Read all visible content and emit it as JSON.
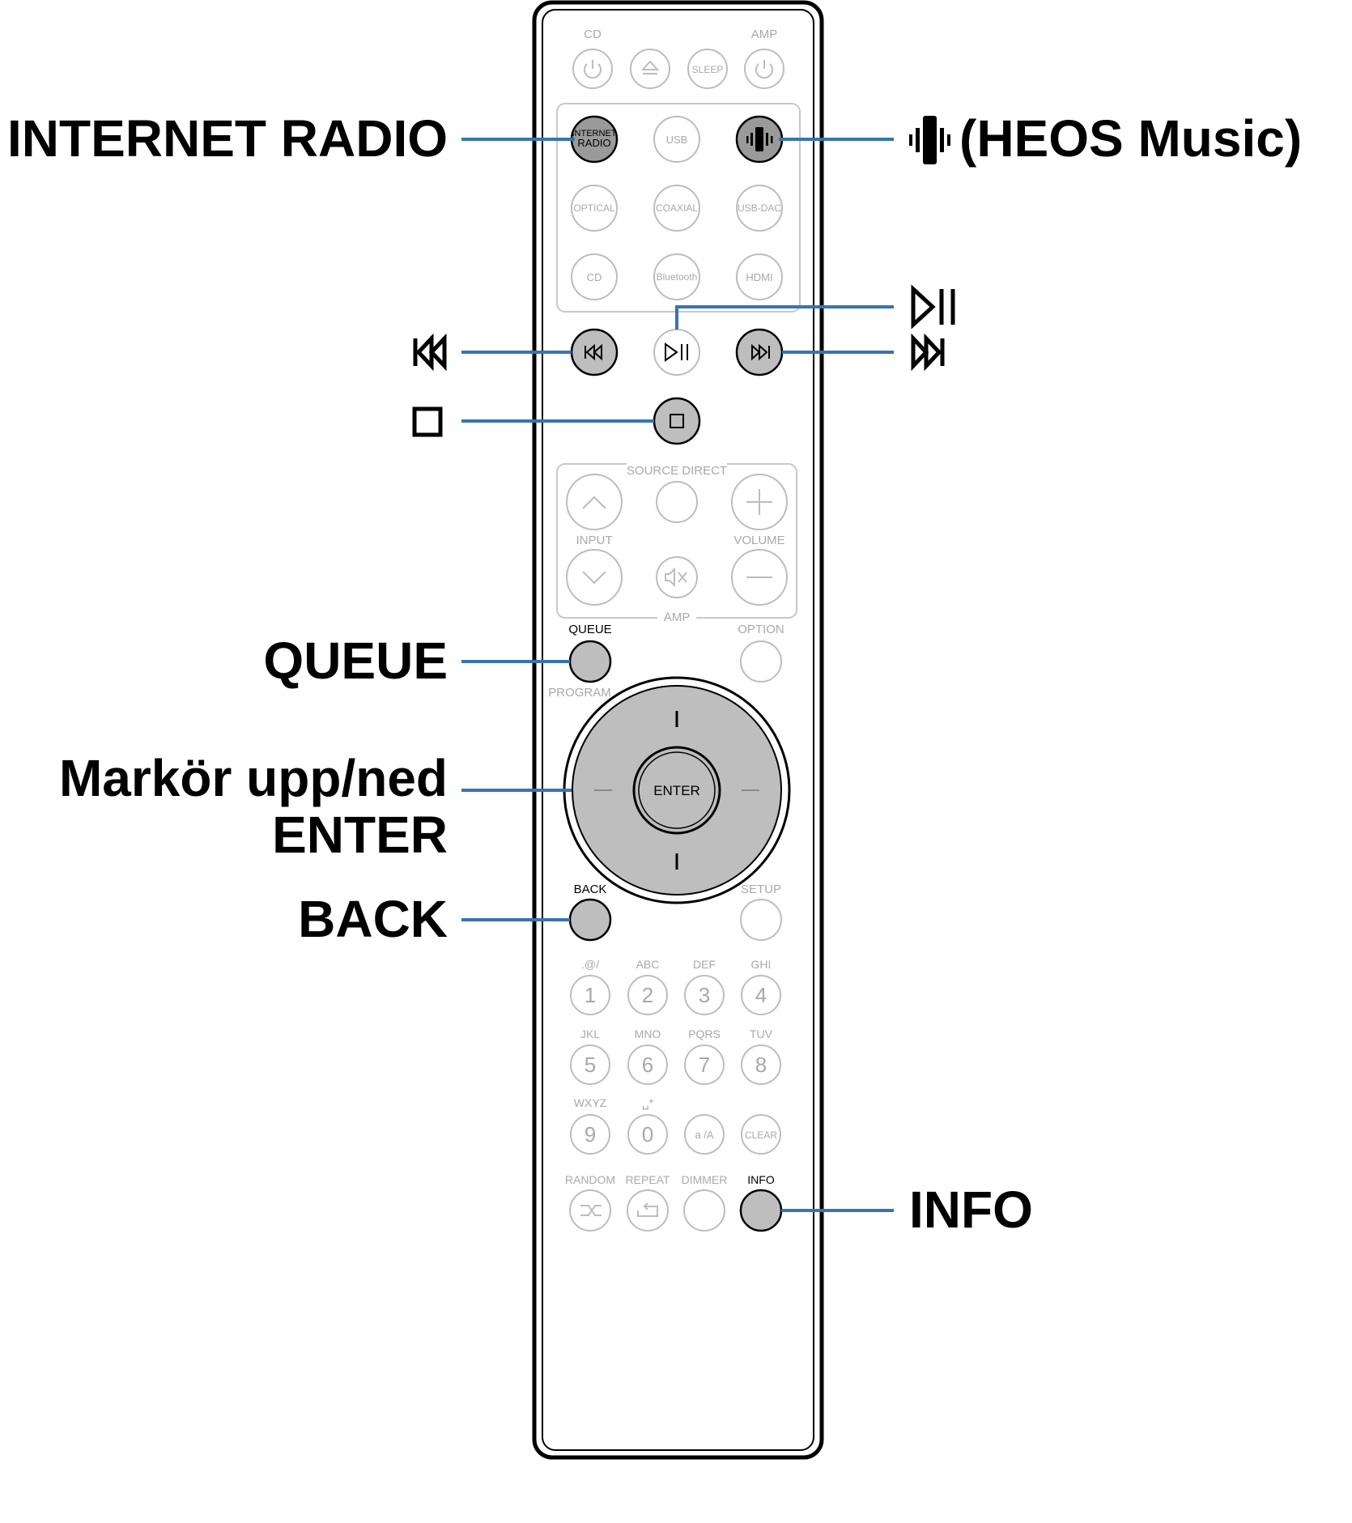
{
  "callouts": {
    "internet_radio": "INTERNET RADIO",
    "heos_music": "(HEOS Music)",
    "queue": "QUEUE",
    "cursor_line1": "Markör upp/ned",
    "cursor_line2": "ENTER",
    "back": "BACK",
    "info": "INFO"
  },
  "remote": {
    "top": {
      "cd": "CD",
      "amp": "AMP",
      "sleep": "SLEEP"
    },
    "sources": {
      "internet_line1": "INTERNET",
      "internet_line2": "RADIO",
      "usb": "USB",
      "optical": "OPTICAL",
      "coaxial": "COAXIAL",
      "usb_dac": "USB-DAC",
      "cd": "CD",
      "bluetooth": "Bluetooth",
      "hdmi": "HDMI"
    },
    "amp_panel": {
      "source_direct": "SOURCE DIRECT",
      "input": "INPUT",
      "volume": "VOLUME",
      "amp": "AMP"
    },
    "queue": "QUEUE",
    "option": "OPTION",
    "program": "PROGRAM",
    "enter": "ENTER",
    "back": "BACK",
    "setup": "SETUP",
    "keypad": {
      "letters": [
        ".@/",
        "ABC",
        "DEF",
        "GHI",
        "JKL",
        "MNO",
        "PQRS",
        "TUV",
        "WXYZ",
        "␣*"
      ],
      "digits": [
        "1",
        "2",
        "3",
        "4",
        "5",
        "6",
        "7",
        "8",
        "9",
        "0"
      ],
      "case": "a /A",
      "clear": "CLEAR"
    },
    "bottom": {
      "random": "RANDOM",
      "repeat": "REPEAT",
      "dimmer": "DIMMER",
      "info": "INFO"
    }
  },
  "colors": {
    "leader_line": "#3a73b2",
    "highlight_button": "#bebebe",
    "inactive_label": "#a9a9a9"
  },
  "icons": [
    "power-icon",
    "eject-icon",
    "heos-icon",
    "previous-icon",
    "play-pause-icon",
    "next-icon",
    "stop-icon",
    "mute-icon",
    "shuffle-icon",
    "repeat-icon"
  ]
}
